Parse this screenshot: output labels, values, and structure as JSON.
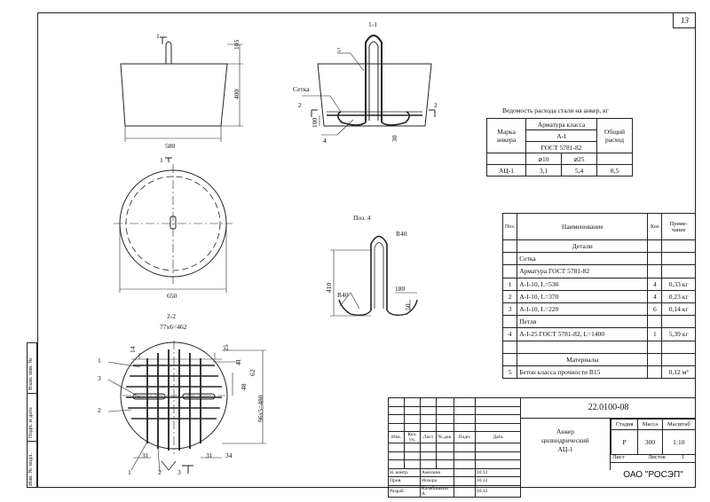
{
  "sheet": {
    "page_number": "13"
  },
  "views": {
    "cut_marker": "1",
    "section_1_1": "1-1",
    "section_2_2": "2-2",
    "pos4_title": "Поз. 4",
    "setka_label": "Сетка",
    "section2_marker": "2",
    "leaders": [
      "5",
      "4",
      "1",
      "3",
      "2",
      "1",
      "2",
      "3"
    ],
    "dims": {
      "d105": "105",
      "d400": "400",
      "d580": "580",
      "d100": "100",
      "d30": "30",
      "d650": "650",
      "r40_top": "R40",
      "r40_left": "R40",
      "d410": "410",
      "d180": "180",
      "d50": "50",
      "d77x6": "77x6=462",
      "d25": "25",
      "d41": "41",
      "d31a": "31",
      "d31b": "31",
      "d34": "34",
      "d48": "48",
      "d62": "62",
      "d96x5": "96x5=480",
      "d14": "14"
    }
  },
  "consumption": {
    "title": "Ведомость расхода стали на анкер, кг",
    "col_mark": "Марка анкера",
    "col_class": "Арматура класса",
    "col_ai": "А-I",
    "col_gost": "ГОСТ 5781-82",
    "col_d10": "⌀10",
    "col_d25": "⌀25",
    "col_total": "Общий расход",
    "row": {
      "mark": "АЦ-1",
      "d10": "3,1",
      "d25": "5,4",
      "total": "8,5"
    }
  },
  "spec": {
    "h_pos": "Поз.",
    "h_name": "Наименование",
    "h_qty": "Кол",
    "h_note": "Приме-чание",
    "rows": [
      {
        "pos": "",
        "name": "Детали",
        "qty": "",
        "note": "",
        "center": true
      },
      {
        "pos": "",
        "name": "Сетка",
        "qty": "",
        "note": ""
      },
      {
        "pos": "",
        "name": "Арматура ГОСТ 5781-82",
        "qty": "",
        "note": ""
      },
      {
        "pos": "1",
        "name": "А-I-10, L=530",
        "qty": "4",
        "note": "0,33 кг"
      },
      {
        "pos": "2",
        "name": "А-I-10, L=370",
        "qty": "4",
        "note": "0,23 кг"
      },
      {
        "pos": "3",
        "name": "А-I-10, L=220",
        "qty": "6",
        "note": "0,14 кг"
      },
      {
        "pos": "",
        "name": "Петля",
        "qty": "",
        "note": ""
      },
      {
        "pos": "4",
        "name": "А-I-25 ГОСТ 5781-82, L=1400",
        "qty": "1",
        "note": "5,39 кг"
      },
      {
        "pos": "",
        "name": "",
        "qty": "",
        "note": ""
      },
      {
        "pos": "",
        "name": "Материалы",
        "qty": "",
        "note": "",
        "center": true
      },
      {
        "pos": "5",
        "name": "Бетон класса прочности В15",
        "qty": "",
        "note": "0,12 м³"
      }
    ]
  },
  "title_block": {
    "code": "22.0100-08",
    "name_line1": "Анкер",
    "name_line2": "цилиндрический",
    "name_line3": "АЦ-1",
    "h_stage": "Стадия",
    "h_mass": "Масса",
    "h_scale": "Масштаб",
    "stage": "Р",
    "mass": "300",
    "scale": "1:10",
    "h_sheet": "Лист",
    "h_sheets": "Листов",
    "sheets": "1",
    "company": "ОАО \"РОСЭП\"",
    "rev_headers": [
      "Изм.",
      "Кол. уч.",
      "Лист",
      "№ док.",
      "Подп.",
      "Дата"
    ],
    "people": [
      {
        "role": "Н. контр.",
        "name": "Амелина",
        "date": "10.12"
      },
      {
        "role": "Пров.",
        "name": "Иохора",
        "date": "10.12"
      },
      {
        "role": "Разраб.",
        "name": "Калабишкин А",
        "date": "10.12"
      }
    ]
  },
  "left_strip": [
    "Инв. № подл.",
    "Подп. и дата",
    "Взам. инв. №"
  ]
}
